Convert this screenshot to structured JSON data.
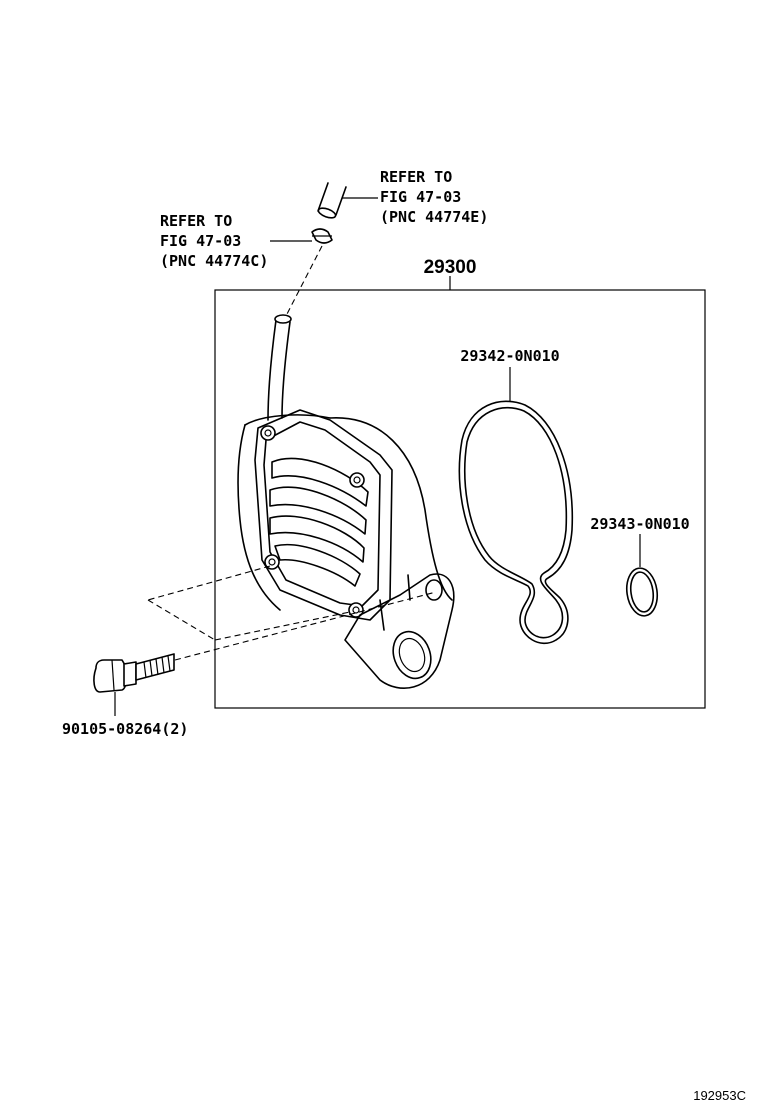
{
  "ref_upper": {
    "line1": "REFER TO",
    "line2": "FIG 47-03",
    "line3": "(PNC 44774E)"
  },
  "ref_lower": {
    "line1": "REFER TO",
    "line2": "FIG 47-03",
    "line3": "(PNC 44774C)"
  },
  "assembly_part": "29300",
  "gasket_part": "29342-0N010",
  "oring_part": "29343-0N010",
  "bolt_part": "90105-08264(2)",
  "figure_code": "192953C"
}
